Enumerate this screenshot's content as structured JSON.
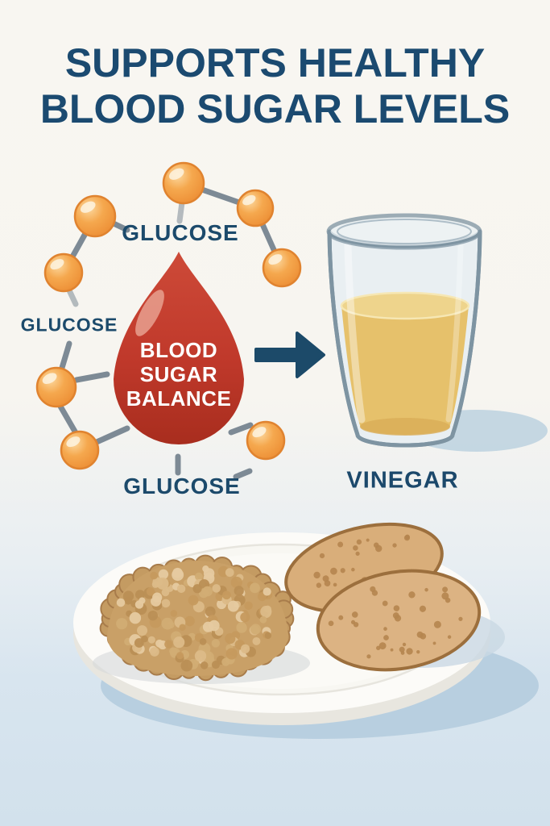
{
  "title": {
    "line1": "SUPPORTS HEALTHY",
    "line2": "BLOOD SUGAR LEVELS"
  },
  "glucose_labels": {
    "top": "GLUCOSE",
    "left": "GLUCOSE",
    "bottom": "GLUCOSE"
  },
  "blood_drop": {
    "line1": "BLOOD",
    "line2": "SUGAR",
    "line3": "BALANCE"
  },
  "vinegar_label": "VINEGAR",
  "illustration": {
    "title_color": "#1b4a70",
    "label_color": "#1c4a6b",
    "glucose_molecule_color": "#f5a84e",
    "molecule_bond_color": "#7d8a95",
    "blood_drop_color": "#c0392b",
    "arrow_color": "#1c4a69",
    "vinegar_liquid_color": "#e6c16b",
    "glass_outline_color": "#7e94a2",
    "plate_color": "#fcfbf8",
    "grain_color": "#c9a067",
    "cracker_color": "#dcb383",
    "background_top": "#f8f6f1",
    "background_bottom": "#d2e1ec"
  }
}
